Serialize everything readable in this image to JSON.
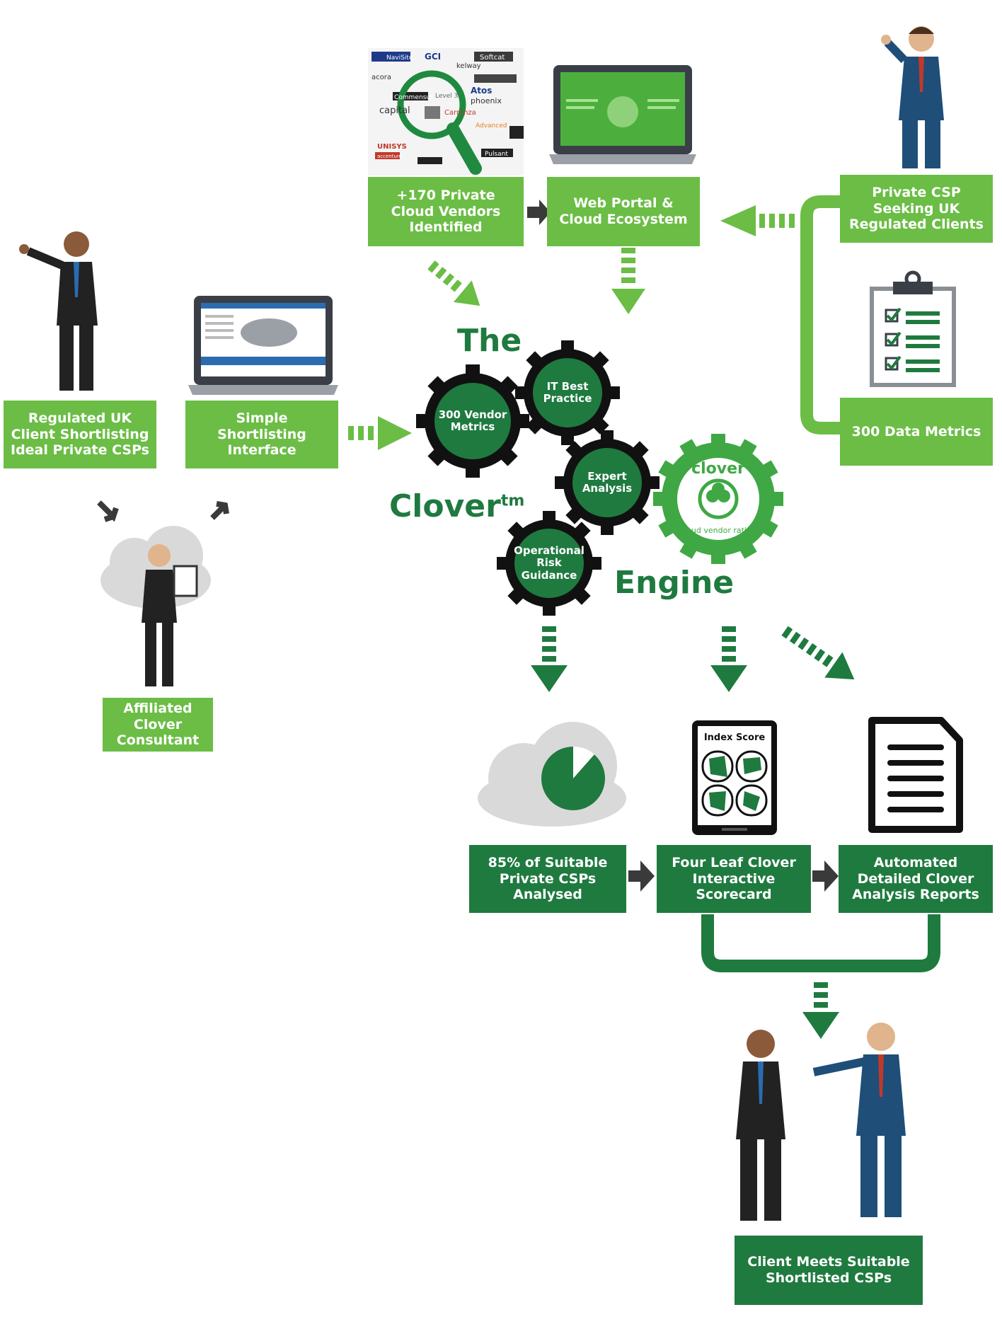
{
  "nodes": {
    "vendors_identified": "+170 Private Cloud Vendors Identified",
    "web_portal": "Web Portal & Cloud Ecosystem",
    "private_csp": "Private CSP Seeking UK Regulated Clients",
    "data_metrics": "300 Data Metrics",
    "regulated_client": "Regulated UK Client Shortlisting Ideal Private CSPs",
    "shortlisting_interface": "Simple Shortlisting Interface",
    "consultant": "Affiliated Clover Consultant",
    "analysed": "85% of Suitable Private CSPs Analysed",
    "scorecard": "Four Leaf Clover Interactive Scorecard",
    "reports": "Automated Detailed Clover Analysis Reports",
    "client_meets": "Client Meets Suitable Shortlisted CSPs"
  },
  "engine": {
    "the": "The",
    "clover": "Clover",
    "tm": "tm",
    "engine": "Engine",
    "gears": {
      "vendor_metrics": "300 Vendor Metrics",
      "it_best_practice": "IT Best Practice",
      "expert_analysis": "Expert Analysis",
      "operational_risk": "Operational Risk Guidance"
    },
    "seal": {
      "brand": "clover",
      "tagline": "cloud vendor rating"
    }
  },
  "vendor_logos": [
    "NaviSite",
    "GCI",
    "Softcat",
    "kelway",
    "acora",
    "Atos",
    "phoenix",
    "Commensus",
    "Level 3",
    "capital",
    "Carrenza",
    "Advanced",
    "UNISYS",
    "accenture",
    "Pulsant"
  ],
  "tablet": {
    "title": "Index Score"
  },
  "colors": {
    "light_green": "#6bbd45",
    "dark_green": "#1f7a3f",
    "arrow_dark": "#3a3a3a"
  }
}
